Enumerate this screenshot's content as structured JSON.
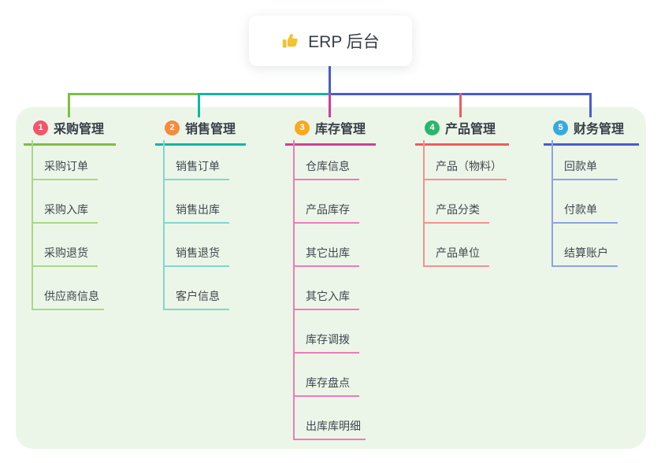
{
  "root": {
    "label": "ERP 后台",
    "icon": "thumbs-up",
    "icon_color": "#f3c22e"
  },
  "branches": [
    {
      "num": "1",
      "label": "采购管理",
      "badge_color": "#f2566a",
      "line_color": "#7dbf42",
      "child_line_color": "#abd786",
      "children": [
        "采购订单",
        "采购入库",
        "采购退货",
        "供应商信息"
      ]
    },
    {
      "num": "2",
      "label": "销售管理",
      "badge_color": "#f68a3e",
      "line_color": "#12b5a5",
      "child_line_color": "#82d7cc",
      "children": [
        "销售订单",
        "销售出库",
        "销售退货",
        "客户信息"
      ]
    },
    {
      "num": "3",
      "label": "库存管理",
      "badge_color": "#f8a91f",
      "line_color": "#ce3f95",
      "child_line_color": "#f07ab8",
      "children": [
        "仓库信息",
        "产品库存",
        "其它出库",
        "其它入库",
        "库存调拨",
        "库存盘点",
        "出库库明细"
      ]
    },
    {
      "num": "4",
      "label": "产品管理",
      "badge_color": "#2db56e",
      "line_color": "#f15b5b",
      "child_line_color": "#f69090",
      "children": [
        "产品（物料）",
        "产品分类",
        "产品单位"
      ]
    },
    {
      "num": "5",
      "label": "财务管理",
      "badge_color": "#38a9de",
      "line_color": "#4a5bd0",
      "child_line_color": "#91a0e4",
      "children": [
        "回款单",
        "付款单",
        "结算账户"
      ]
    }
  ],
  "colors": {
    "page_bg": "#ffffff",
    "panel_bg": "#ebf6e8",
    "text": "#373e47",
    "root_stem": "#4a5bd0",
    "bus_left": "#7dbf42",
    "bus_mid": "#12b5a5",
    "bus_right": "#4a5bd0",
    "drop_1": "#7dbf42",
    "drop_2": "#12b5a5",
    "drop_3": "#ce3f95",
    "drop_4": "#f15b5b",
    "drop_5": "#4a5bd0"
  }
}
